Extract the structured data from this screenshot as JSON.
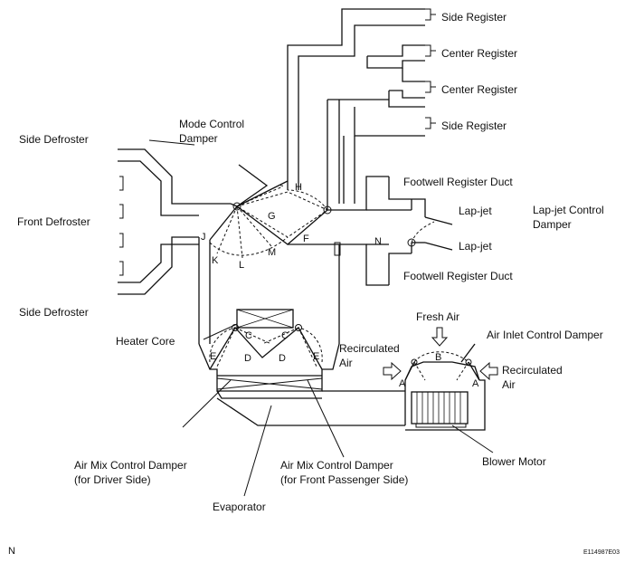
{
  "labels": {
    "side_register_1": "Side Register",
    "center_register_1": "Center Register",
    "center_register_2": "Center Register",
    "side_register_2": "Side Register",
    "mode_control_damper_l1": "Mode Control",
    "mode_control_damper_l2": "Damper",
    "side_defroster_1": "Side Defroster",
    "front_defroster": "Front Defroster",
    "side_defroster_2": "Side Defroster",
    "footwell_register_duct_1": "Footwell Register Duct",
    "footwell_register_duct_2": "Footwell Register Duct",
    "lap_jet_1": "Lap-jet",
    "lap_jet_2": "Lap-jet",
    "lap_jet_control_damper_l1": "Lap-jet Control",
    "lap_jet_control_damper_l2": "Damper",
    "heater_core": "Heater Core",
    "recirculated_air_1_l1": "Recirculated",
    "recirculated_air_1_l2": "Air",
    "fresh_air": "Fresh Air",
    "air_inlet_control_damper": "Air Inlet Control Damper",
    "recirculated_air_2_l1": "Recirculated",
    "recirculated_air_2_l2": "Air",
    "air_mix_driver_l1": "Air Mix Control Damper",
    "air_mix_driver_l2": "(for Driver Side)",
    "air_mix_passenger_l1": "Air Mix Control Damper",
    "air_mix_passenger_l2": "(for Front Passenger Side)",
    "blower_motor": "Blower Motor",
    "evaporator": "Evaporator"
  },
  "letters": {
    "h": "H",
    "g": "G",
    "j": "J",
    "k": "K",
    "l": "L",
    "m": "M",
    "f": "F",
    "n": "N",
    "c1": "C",
    "c2": "C",
    "e1": "E",
    "d1": "D",
    "d2": "D",
    "e2": "E",
    "b": "B",
    "a1": "A",
    "a2": "A"
  },
  "footer": {
    "corner_letter": "N",
    "figure_code": "E114987E03"
  }
}
